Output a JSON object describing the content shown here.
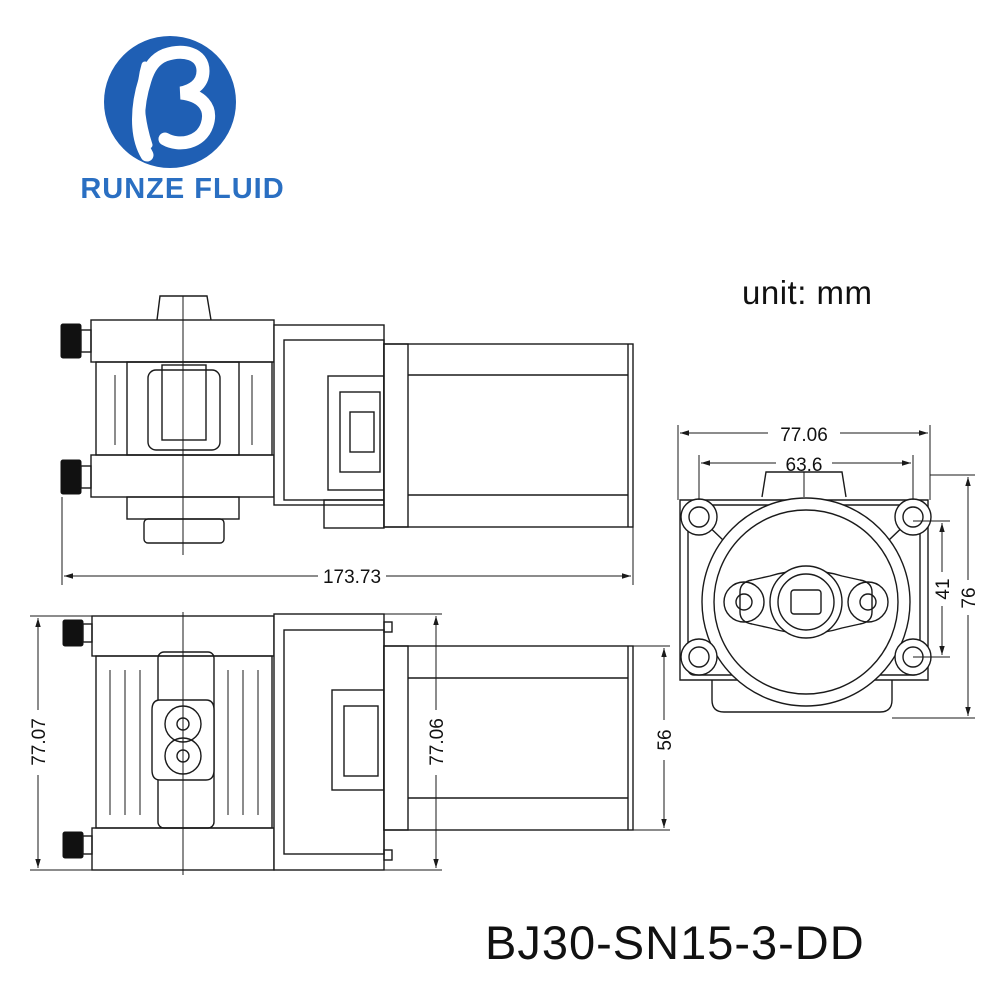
{
  "brand": {
    "name": "RUNZE FLUID",
    "logo_color": "#1f5fb4"
  },
  "unit_label": "unit: mm",
  "model": "BJ30-SN15-3-DD",
  "dimensions": {
    "top_view_length": "173.73",
    "side_view_height": "77.07",
    "side_view_motor_height": "77.06",
    "side_view_motor_width": "56",
    "front_view_width": "77.06",
    "front_view_hole_spacing": "63.6",
    "front_view_vertical_hole_spacing": "41",
    "front_view_height": "76"
  }
}
